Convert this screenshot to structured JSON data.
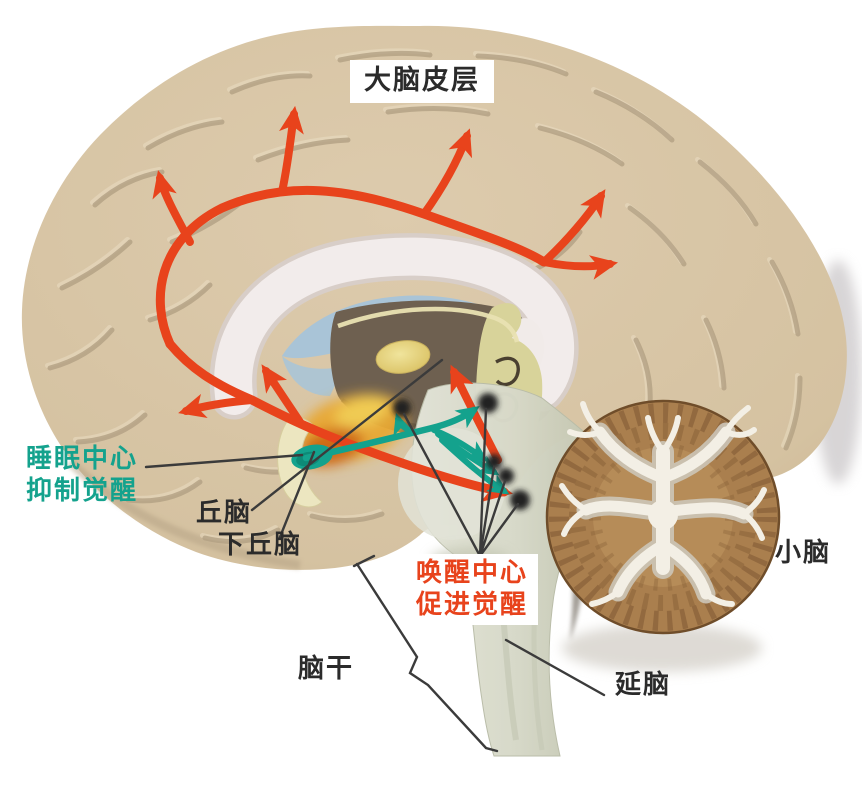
{
  "figure": {
    "type": "anatomical-diagram",
    "subject": "sagittal brain section showing sleep and wake centers",
    "labels": {
      "cortex": "大脑皮层",
      "sleep_center": [
        "睡眠中心",
        "抑制觉醒"
      ],
      "thalamus": "丘脑",
      "hypothalamus": "下丘脑",
      "wake_center": [
        "唤醒中心",
        "促进觉醒"
      ],
      "brainstem": "脑干",
      "medulla": "延脑",
      "cerebellum": "小脑"
    },
    "colors": {
      "wake_pathway_red": "#e8431c",
      "sleep_pathway_teal": "#14a28d",
      "label_black": "#2b2b2b",
      "cortex_tan": "#d9c7a8",
      "ventricle_blue": "#a9c4d7",
      "thalamus_yellow": "#e8d88a",
      "hypothalamus_orange": "#e09a2e",
      "cerebellum_brown": "#aa7f4e",
      "brainstem_pale": "#dcded0",
      "background": "#ffffff"
    }
  }
}
